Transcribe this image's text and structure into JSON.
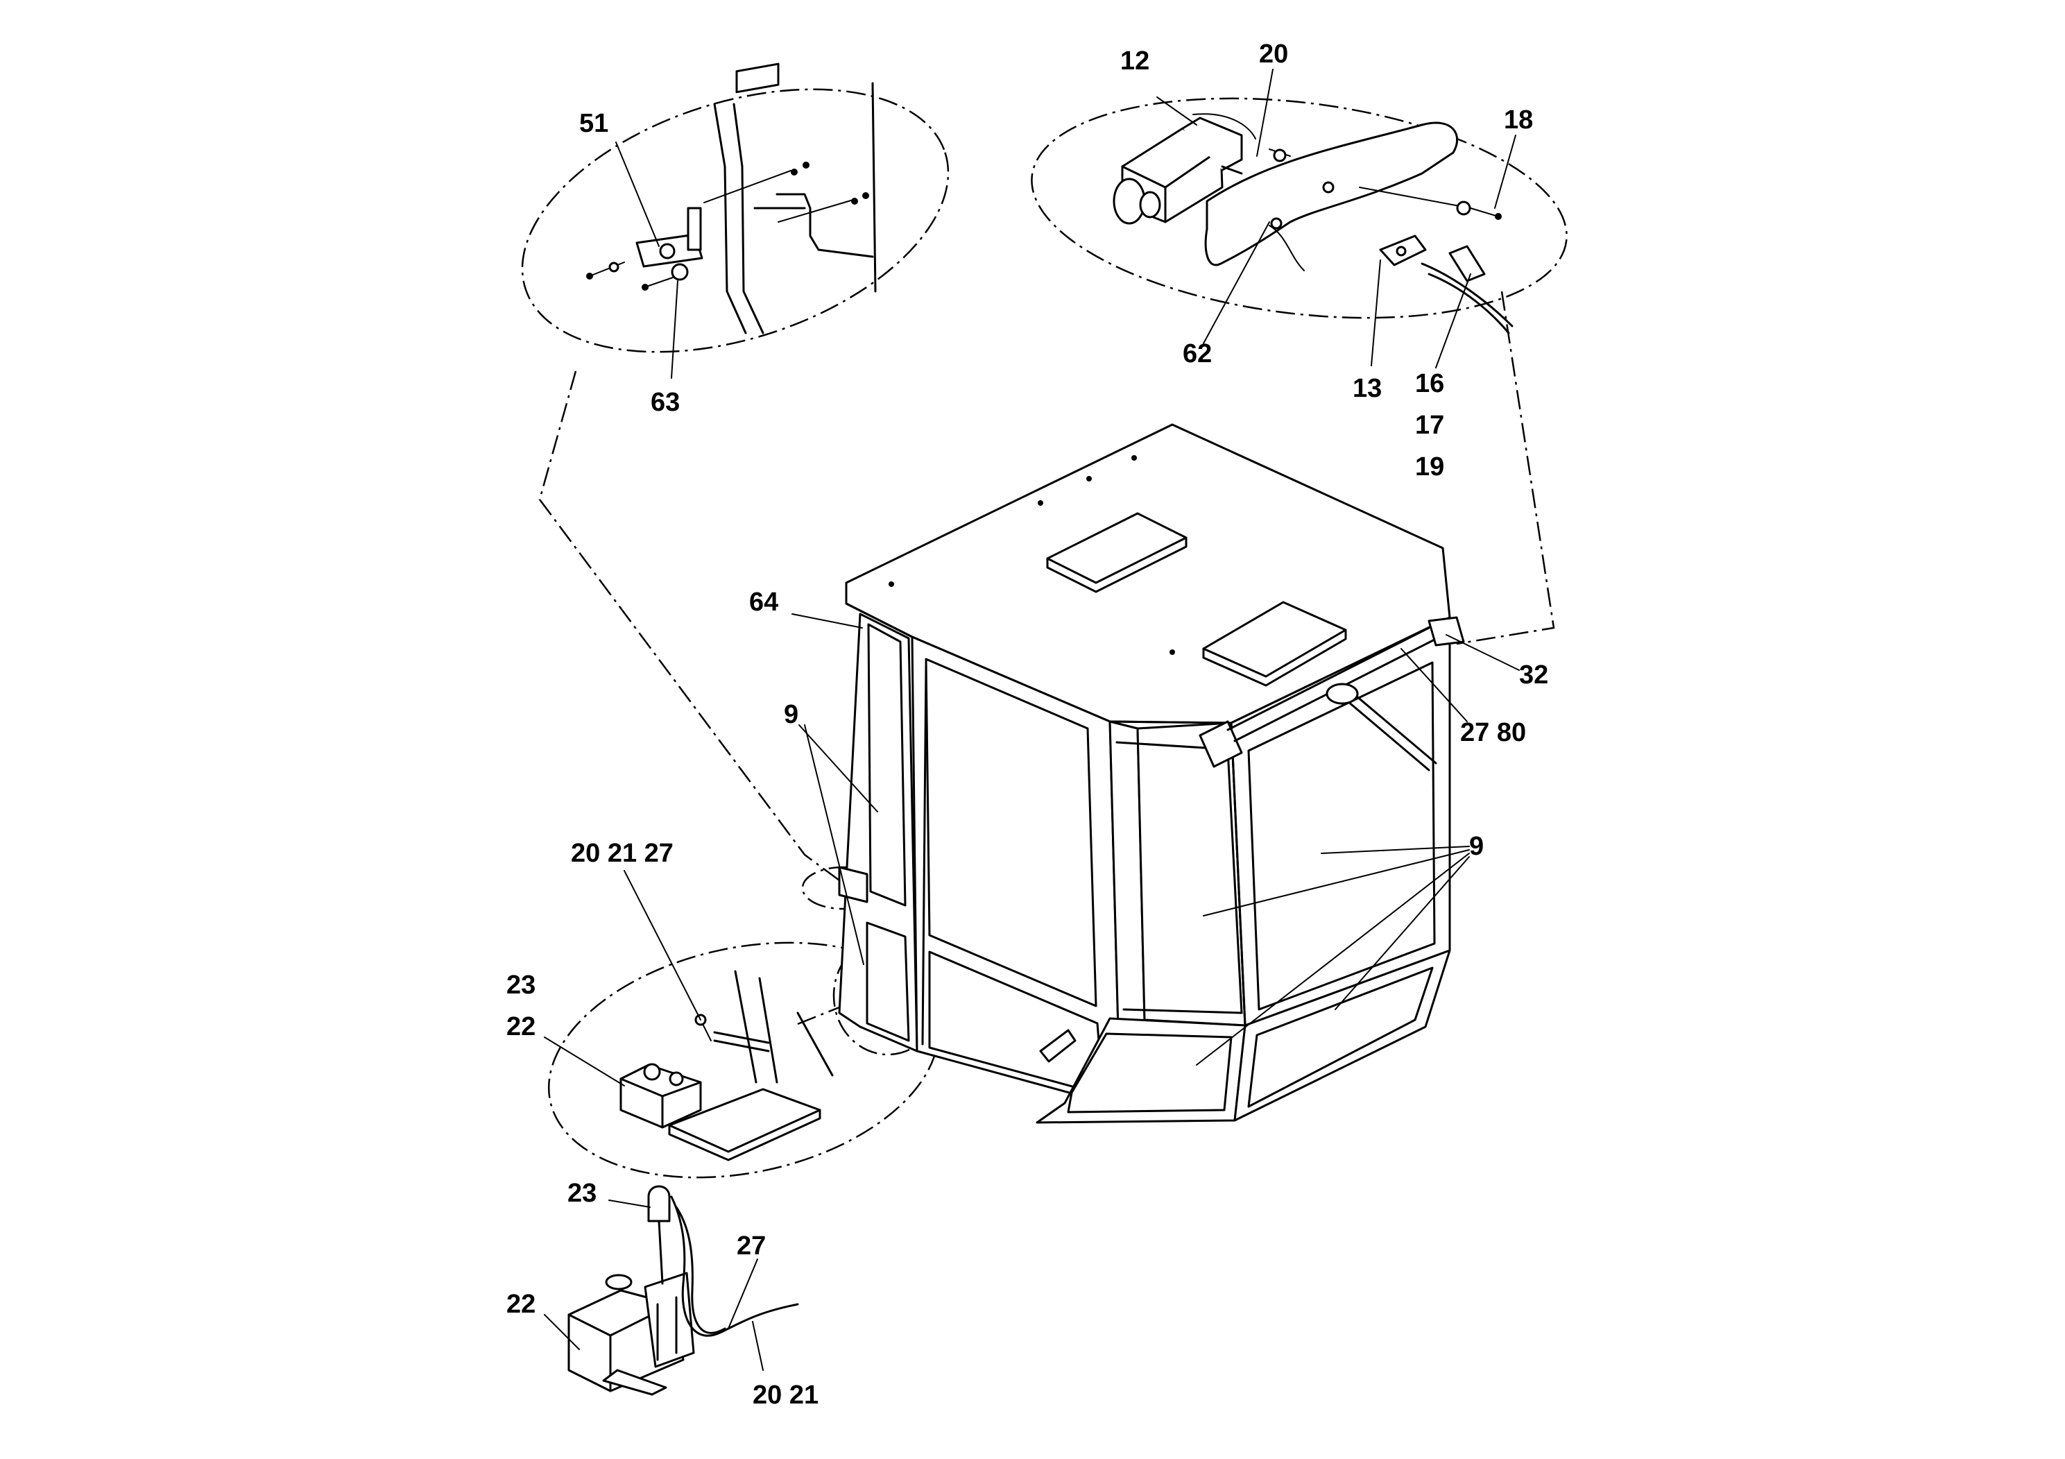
{
  "labels": {
    "p12": "12",
    "p20_top": "20",
    "p18": "18",
    "p51": "51",
    "p63": "63",
    "p62": "62",
    "p13": "13",
    "p16": "16",
    "p17": "17",
    "p19": "19",
    "p64": "64",
    "p32": "32",
    "p27_80": "27 80",
    "p9_left": "9",
    "p9_right": "9",
    "p20_21_27": "20 21 27",
    "p23_upper": "23",
    "p22_upper": "22",
    "p23_lower": "23",
    "p27_lower": "27",
    "p22_lower": "22",
    "p20_21_lower": "20 21"
  }
}
